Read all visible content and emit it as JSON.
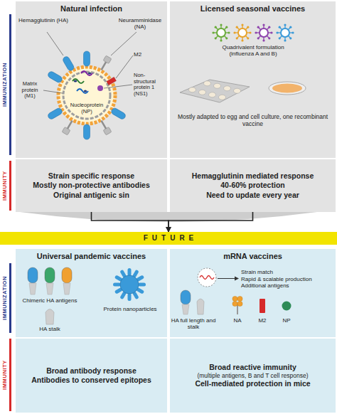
{
  "diagram": {
    "nodes": [
      {
        "text": [
          "Natural infection"
        ]
      },
      {
        "text": [
          "Strain specific response",
          "Mostly non-protective antibodies",
          "Original antigenic sin"
        ],
        "in": 0
      },
      {
        "text": [
          "Licensed seasonal vaccines"
        ]
      },
      {
        "text": [
          "Hemagglutinin mediated response",
          "40-60% protection",
          "Need to update every year"
        ],
        "in": 2
      },
      {
        "text": [
          "FUTURE"
        ]
      },
      {
        "text": [
          "Universal pandemic vaccines"
        ]
      },
      {
        "text": [
          "Broad antibody response",
          "Antibodies to conserved epitopes"
        ],
        "in": 5
      },
      {
        "text": [
          "mRNA vaccines"
        ]
      },
      {
        "text": [
          "Broad reactive immunity",
          "(multiple antigens, B and T cell response)",
          "Cell-mediated protection in mice"
        ],
        "in": 7
      }
    ],
    "edges": [
      {
        "from": 1,
        "to": 4,
        "arrow": "to"
      },
      {
        "from": 3,
        "to": 4,
        "arrow": "to"
      }
    ],
    "labels": [
      "IMMUNIZATION",
      "IMMUNITY",
      "IMMUNIZATION",
      "IMMUNITY",
      "Hemagglutinin (HA)",
      "Neuramminidase (NA)",
      "M2",
      "Matrix protein (M1)",
      "Non-structural protein 1 (NS1)",
      "Nucleoprotein (NP)",
      "Quadrivalent formulation (influenza A and B)",
      "Mostly adapted to egg and cell culture, one recombinant vaccine",
      "Chimeric HA antigens",
      "HA stalk",
      "Protein nanoparticles",
      "Strain match",
      "Rapid & scalable production",
      "Additional antigens",
      "HA full length and stalk",
      "NA",
      "M2",
      "NP"
    ]
  }
}
